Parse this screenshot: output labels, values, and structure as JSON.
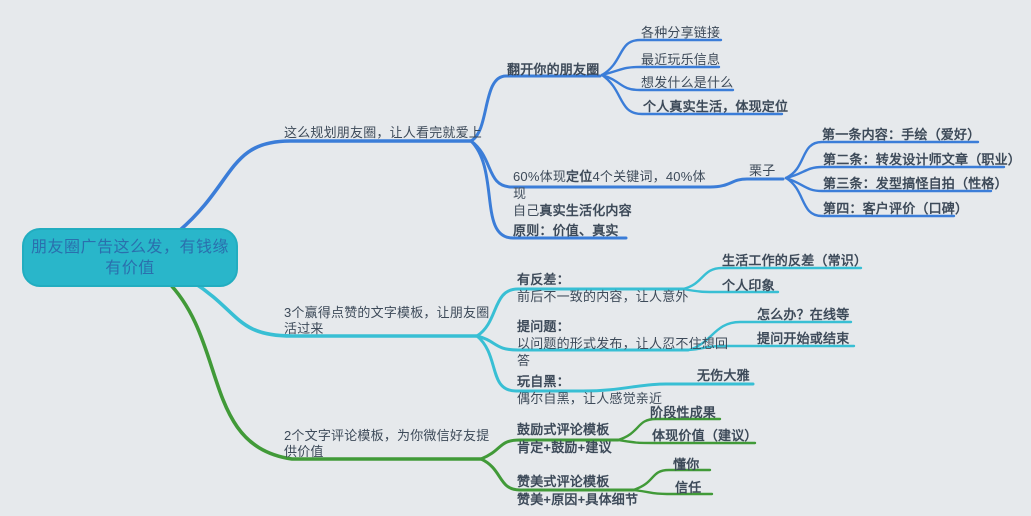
{
  "colors": {
    "bg": "#e6e9ec",
    "blue": "#3b7dd8",
    "cyan": "#38bfd4",
    "green": "#419a38",
    "rootfill": "#29b6ca",
    "roottext": "#2a6fad",
    "text": "#3d4a59"
  },
  "root": {
    "label": "朋友圈广告这么发，有钱缘\n有价值"
  },
  "nodes": {
    "plan": {
      "label": "这么规划朋友圈，让人看完就爱上"
    },
    "open_moments": {
      "label": "翻开你的朋友圈"
    },
    "share_links": {
      "label": "各种分享链接"
    },
    "fun_info": {
      "label": "最近玩乐信息"
    },
    "post_whatever": {
      "label": "想发什么是什么"
    },
    "real_life": {
      "label": "个人真实生活，体现定位"
    },
    "ratio": {
      "l1a": "60%体现",
      "l1b": "定位",
      "l1c": "4个关键词，40%体现",
      "l2a": "\n自己",
      "l2b": "真实生活化内容"
    },
    "example": {
      "label": "栗子"
    },
    "item1": {
      "label": "第一条内容：手绘（爱好）"
    },
    "item2": {
      "label": "第二条：转发设计师文章（职业）"
    },
    "item3": {
      "label": "第三条：发型搞怪自拍（性格）"
    },
    "item4": {
      "label": "第四：客户评价（口碑）"
    },
    "principle": {
      "label": "原则：价值、真实"
    },
    "like_templates": {
      "label": "3个赢得点赞的文字模板，让朋友圈\n活过来"
    },
    "contrast": {
      "title": "有反差：",
      "desc": "\n前后不一致的内容，让人意外"
    },
    "life_work_contrast": {
      "label": "生活工作的反差（常识）"
    },
    "personal_impression": {
      "label": "个人印象"
    },
    "question": {
      "title": "提问题：",
      "desc": "\n以问题的形式发布，让人忍不住想回\n答"
    },
    "how_to": {
      "label": "怎么办？在线等"
    },
    "q_start_end": {
      "label": "提问开始或结束"
    },
    "self_mock": {
      "title": "玩自黑：",
      "desc": "\n偶尔自黑，让人感觉亲近"
    },
    "harmless": {
      "label": "无伤大雅"
    },
    "comment_templates": {
      "label": "2个文字评论模板，为你微信好友提\n供价值"
    },
    "encourage": {
      "title": "鼓励式评论模板",
      "desc": "\n肯定+鼓励+建议"
    },
    "stage_results": {
      "label": "阶段性成果"
    },
    "show_value": {
      "label": "体现价值（建议）"
    },
    "praise": {
      "title": "赞美式评论模板",
      "desc": "\n赞美+原因+具体细节"
    },
    "understand_you": {
      "label": "懂你"
    },
    "trust": {
      "label": "信任"
    }
  }
}
